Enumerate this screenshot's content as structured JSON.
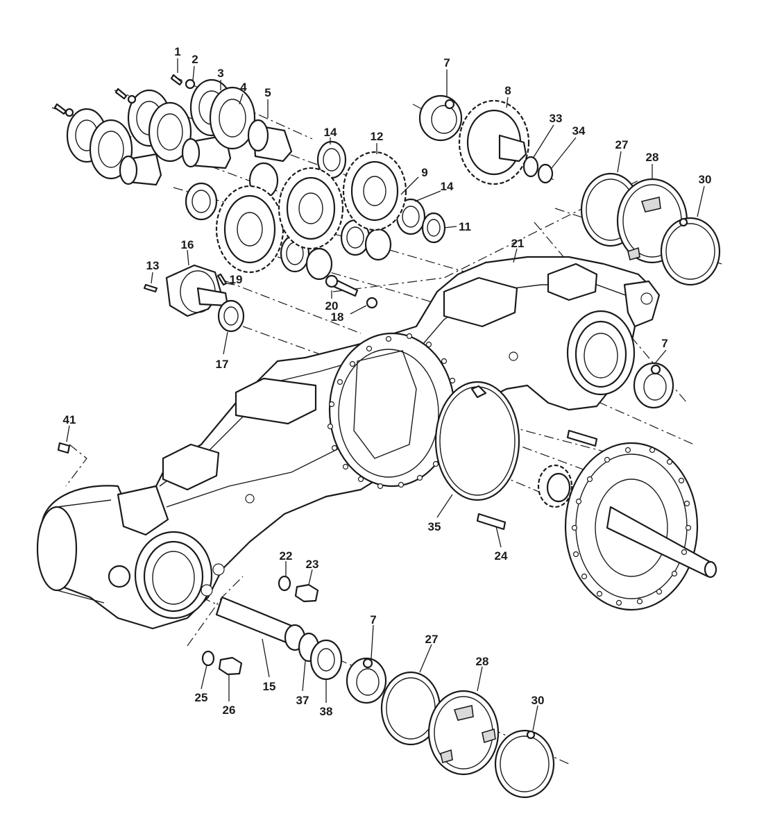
{
  "diagram": {
    "callouts": [
      {
        "label": "1"
      },
      {
        "label": "2"
      },
      {
        "label": "3"
      },
      {
        "label": "4"
      },
      {
        "label": "5"
      },
      {
        "label": "7"
      },
      {
        "label": "8"
      },
      {
        "label": "33"
      },
      {
        "label": "34"
      },
      {
        "label": "14"
      },
      {
        "label": "12"
      },
      {
        "label": "9"
      },
      {
        "label": "14"
      },
      {
        "label": "11"
      },
      {
        "label": "27"
      },
      {
        "label": "28"
      },
      {
        "label": "30"
      },
      {
        "label": "21"
      },
      {
        "label": "16"
      },
      {
        "label": "13"
      },
      {
        "label": "19"
      },
      {
        "label": "20"
      },
      {
        "label": "18"
      },
      {
        "label": "17"
      },
      {
        "label": "7"
      },
      {
        "label": "41"
      },
      {
        "label": "35"
      },
      {
        "label": "24"
      },
      {
        "label": "22"
      },
      {
        "label": "23"
      },
      {
        "label": "7"
      },
      {
        "label": "27"
      },
      {
        "label": "28"
      },
      {
        "label": "30"
      },
      {
        "label": "25"
      },
      {
        "label": "26"
      },
      {
        "label": "15"
      },
      {
        "label": "37"
      },
      {
        "label": "38"
      }
    ]
  }
}
